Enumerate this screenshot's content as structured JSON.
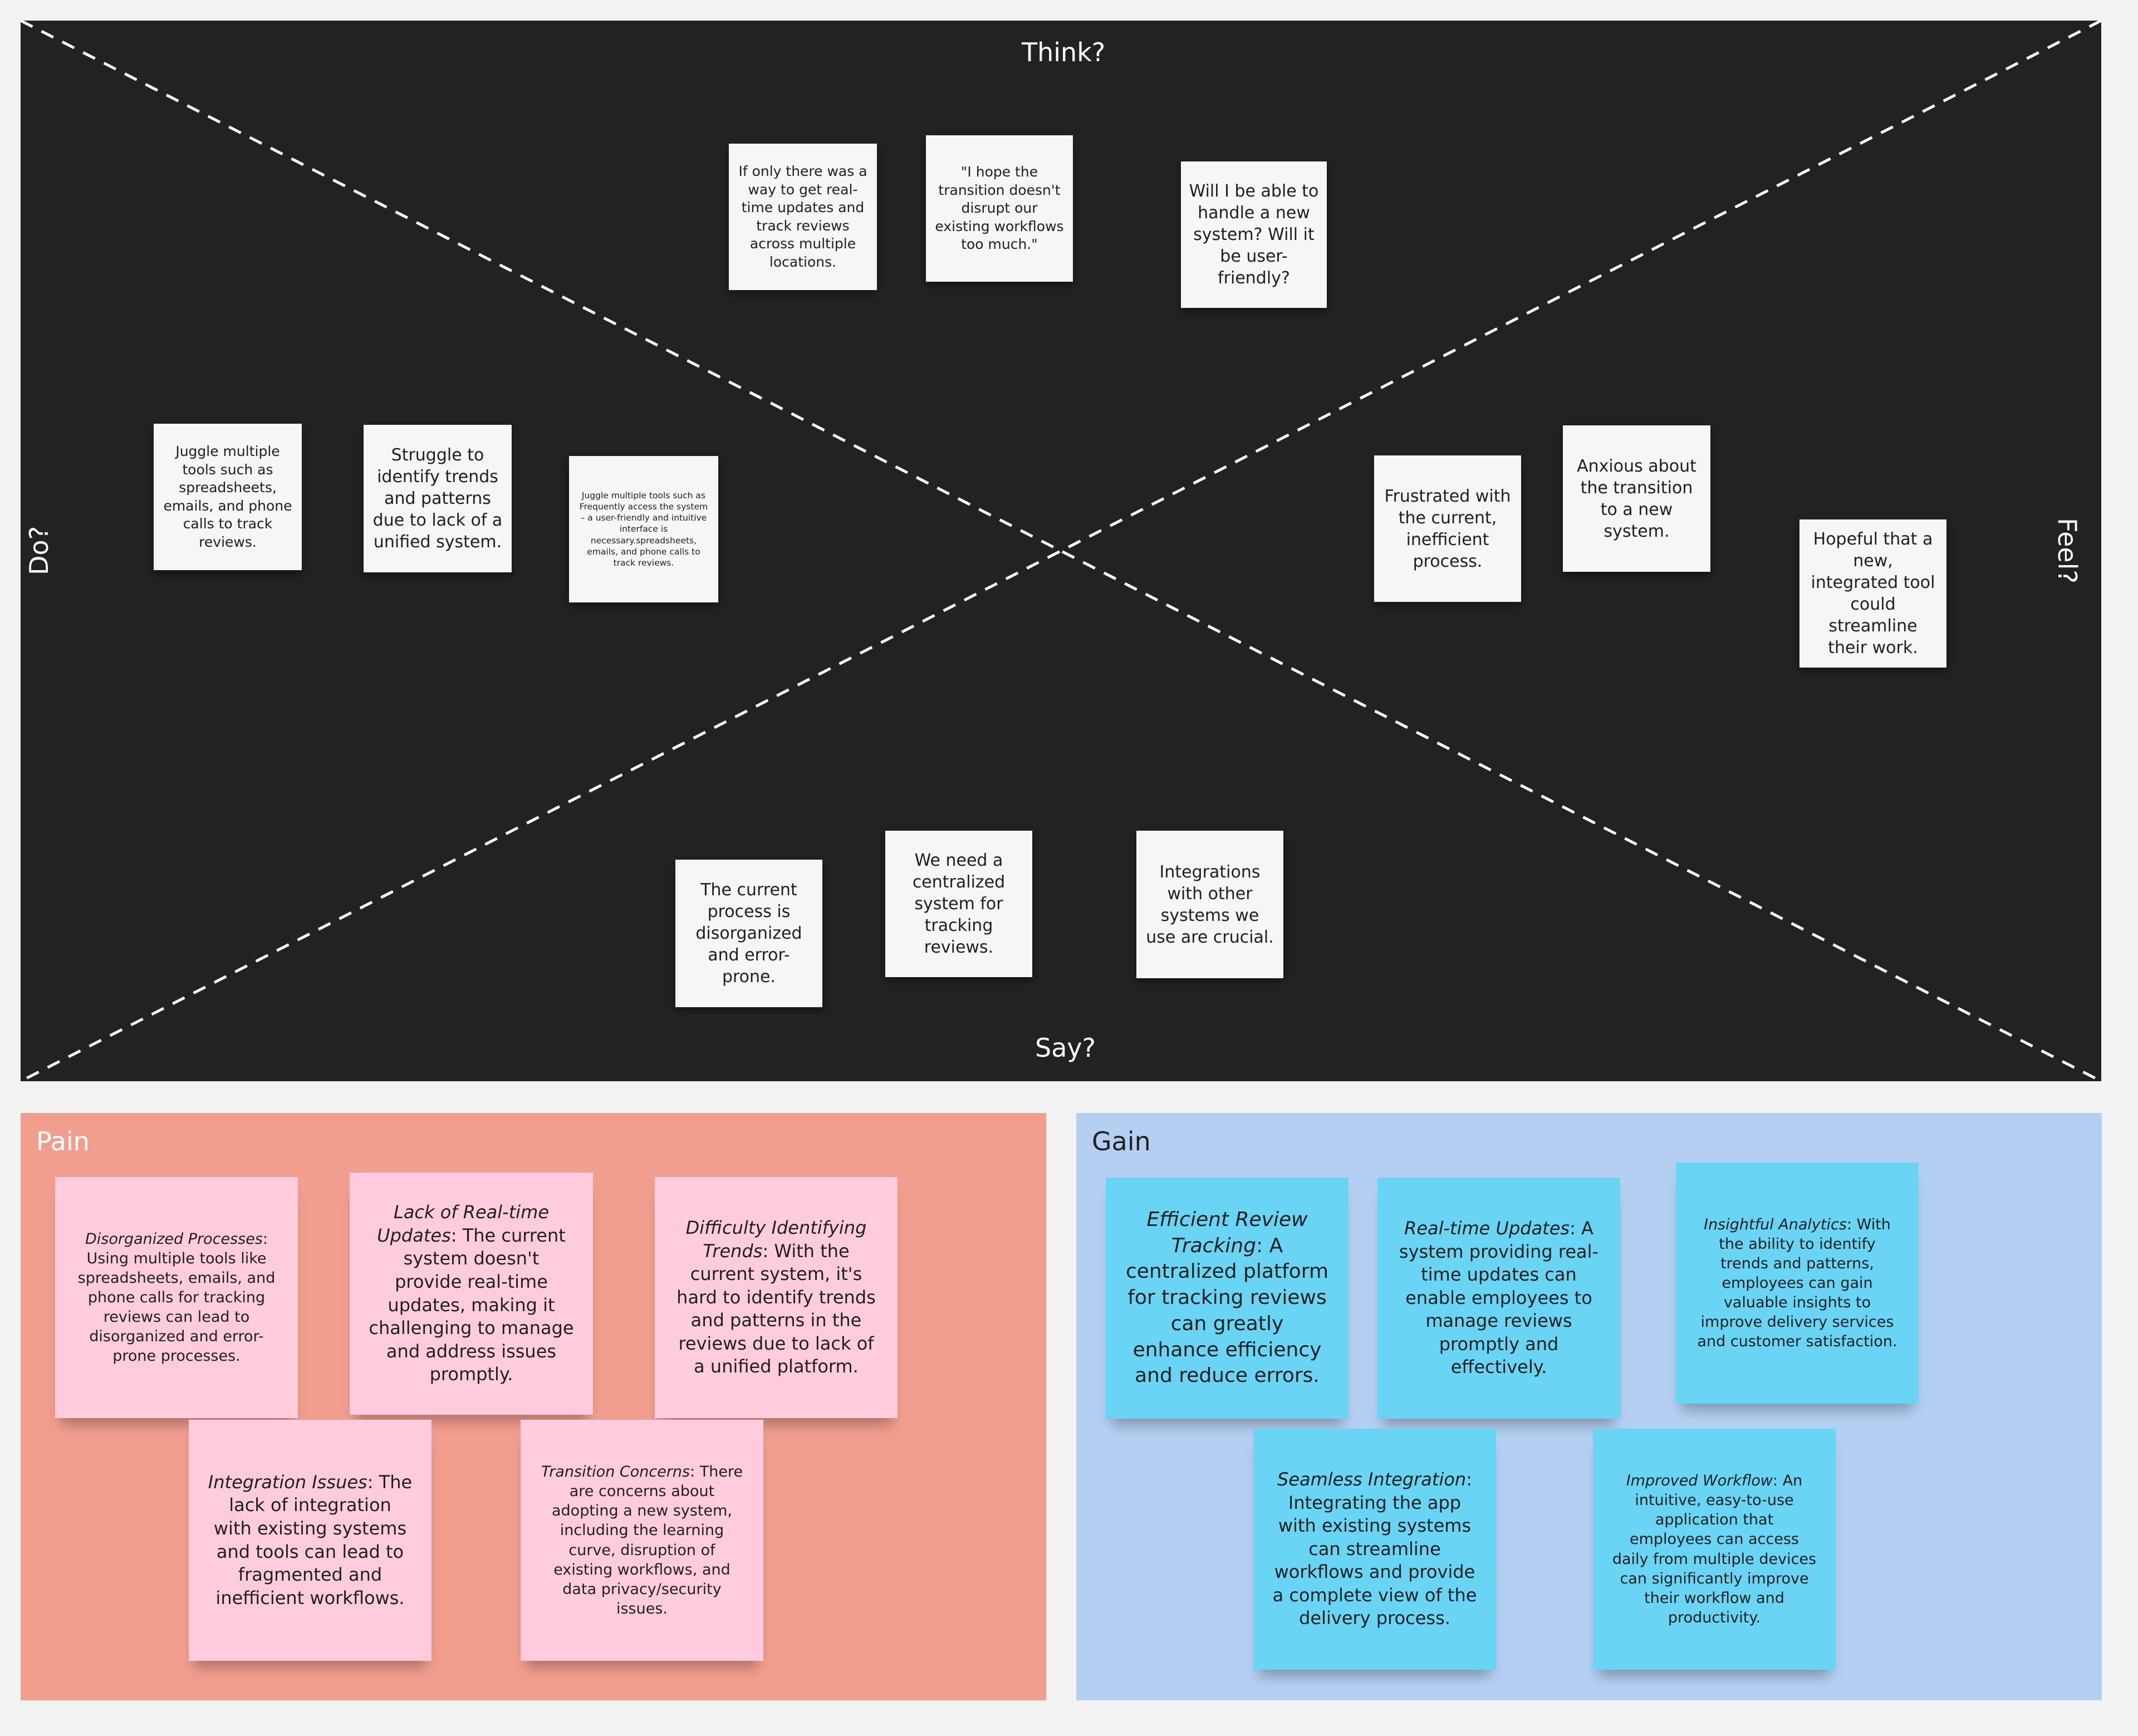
{
  "empathy_map": {
    "quadrants": {
      "think": "Think?",
      "say": "Say?",
      "do": "Do?",
      "feel": "Feel?"
    },
    "think_notes": [
      "If only there was a way to get real-time updates and track reviews across multiple locations.",
      "\"I hope the transition doesn't disrupt our existing workflows too much.\"",
      "Will I be able to handle a new system? Will it be user-friendly?"
    ],
    "do_notes": [
      "Juggle multiple tools such as spreadsheets, emails, and phone calls to track reviews.",
      "Struggle to identify trends and patterns due to lack of a unified system.",
      "Juggle multiple tools such as Frequently access the system – a user-friendly and intuitive interface is necessary.spreadsheets, emails, and phone calls to track reviews."
    ],
    "feel_notes": [
      "Frustrated with the current, inefficient process.",
      "Anxious about the transition to a new system.",
      "Hopeful that a new, integrated tool could streamline their work."
    ],
    "say_notes": [
      "The current process is disorganized and error-prone.",
      "We need a centralized system for tracking reviews.",
      "Integrations with other systems we use are crucial."
    ]
  },
  "pain": {
    "title": "Pain",
    "color": "#f29e8e",
    "notes": [
      {
        "term": "Disorganized Processes",
        "text": ": Using multiple tools like spreadsheets, emails, and phone calls for tracking reviews can lead to disorganized and error-prone processes."
      },
      {
        "term": "Lack of Real-time Updates",
        "text": ": The current system doesn't provide real-time updates, making it challenging to manage and address issues promptly."
      },
      {
        "term": "Difficulty Identifying Trends",
        "text": ": With the current system, it's hard to identify trends and patterns in the reviews due to lack of a unified platform."
      },
      {
        "term": "Integration Issues",
        "text": ": The lack of integration with existing systems and tools can lead to fragmented and inefficient workflows."
      },
      {
        "term": "Transition Concerns",
        "text": ": There are concerns about adopting a new system, including the learning curve, disruption of existing workflows, and data privacy/security issues."
      }
    ]
  },
  "gain": {
    "title": "Gain",
    "color": "#b5cff2",
    "notes": [
      {
        "term": "Efficient Review Tracking",
        "text": ": A centralized platform for tracking reviews can greatly enhance efficiency and reduce errors."
      },
      {
        "term": "Real-time Updates",
        "text": ": A system providing real-time updates can enable employees to manage reviews promptly and effectively."
      },
      {
        "term": "Insightful Analytics",
        "text": ": With the ability to identify trends and patterns, employees can gain valuable insights to improve delivery services and customer satisfaction."
      },
      {
        "term": "Seamless Integration",
        "text": ": Integrating the app with existing systems can streamline workflows and provide a complete view of the delivery process."
      },
      {
        "term": "Improved Workflow",
        "text": ": An intuitive, easy-to-use application that employees can access daily from multiple devices can significantly improve their workflow and productivity."
      }
    ]
  }
}
